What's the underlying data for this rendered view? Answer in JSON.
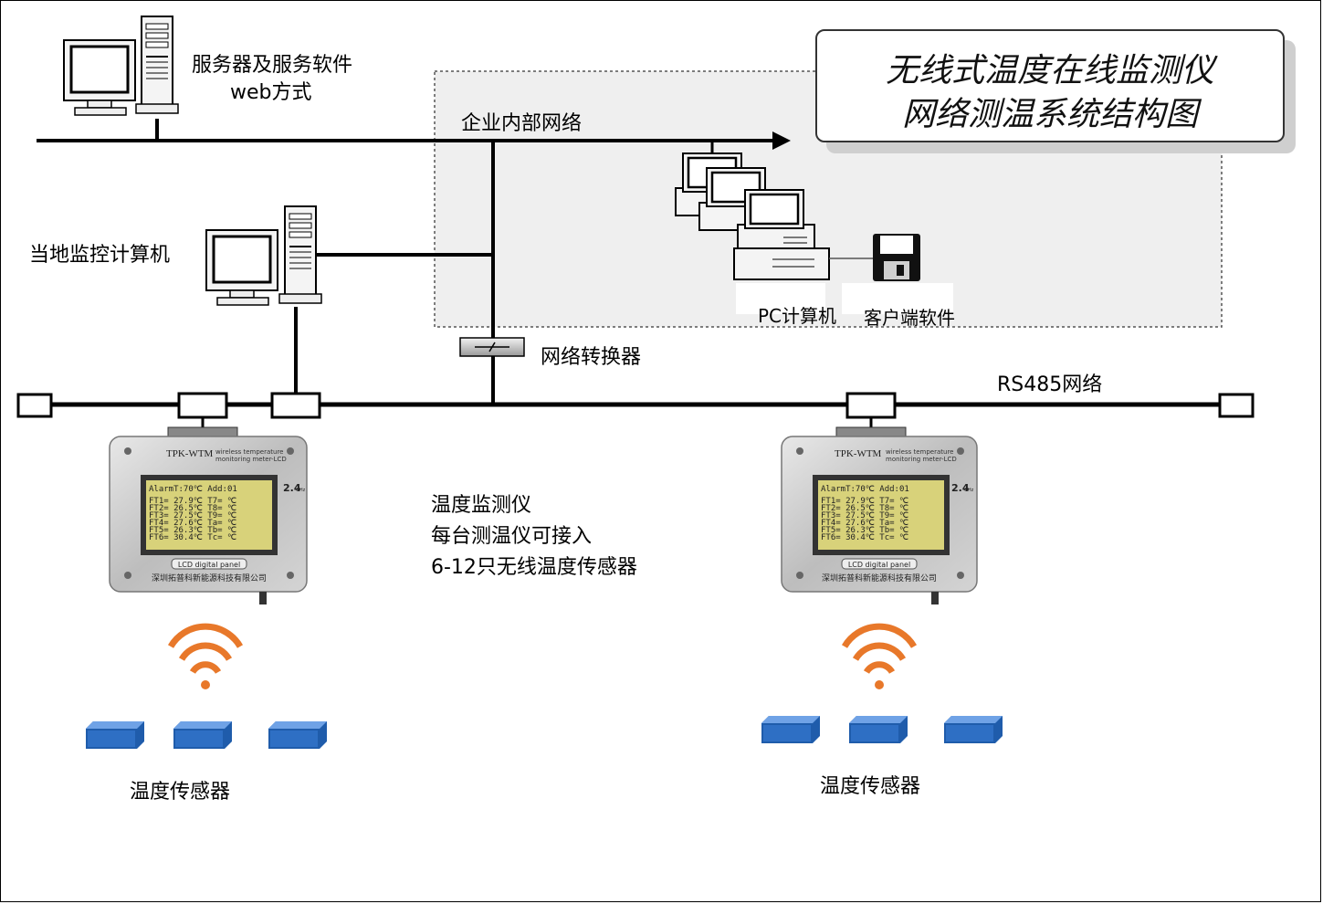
{
  "title": {
    "line1": "无线式温度在线监测仪",
    "line2": "网络测温系统结构图"
  },
  "labels": {
    "server_line1": "服务器及服务软件",
    "server_line2": "web方式",
    "intranet": "企业内部网络",
    "local_pc": "当地监控计算机",
    "pc": "PC计算机",
    "client_sw": "客户端软件",
    "converter": "网络转换器",
    "rs485": "RS485网络",
    "monitor_desc_1": "温度监测仪",
    "monitor_desc_2": "每台测温仪可接入",
    "monitor_desc_3": "6-12只无线温度传感器",
    "sensor_left": "温度传感器",
    "sensor_right": "温度传感器"
  },
  "device": {
    "model": "TPK-WTM",
    "subtitle_1": "wireless  temperature",
    "subtitle_2": "monitoring meter-LCD",
    "freq": "2.4",
    "freq_unit": "GHz",
    "lcd_header": "AlarmT:70℃  Add:01",
    "lcd_rows": [
      "FT1= 27.9℃  T7=     ℃",
      "FT2= 26.5℃  T8=     ℃",
      "FT3= 27.5℃  T9=     ℃",
      "FT4= 27.6℃  Ta=     ℃",
      "FT5= 26.3℃  Tb=     ℃",
      "FT6= 30.4℃  Tc=     ℃"
    ],
    "panel_label": "LCD digital panel",
    "company": "深圳拓普科新能源科技有限公司"
  },
  "colors": {
    "signal": "#e8782a",
    "sensor": "#2e6fc4",
    "line": "#000000",
    "lcd": "#d8d27a"
  }
}
